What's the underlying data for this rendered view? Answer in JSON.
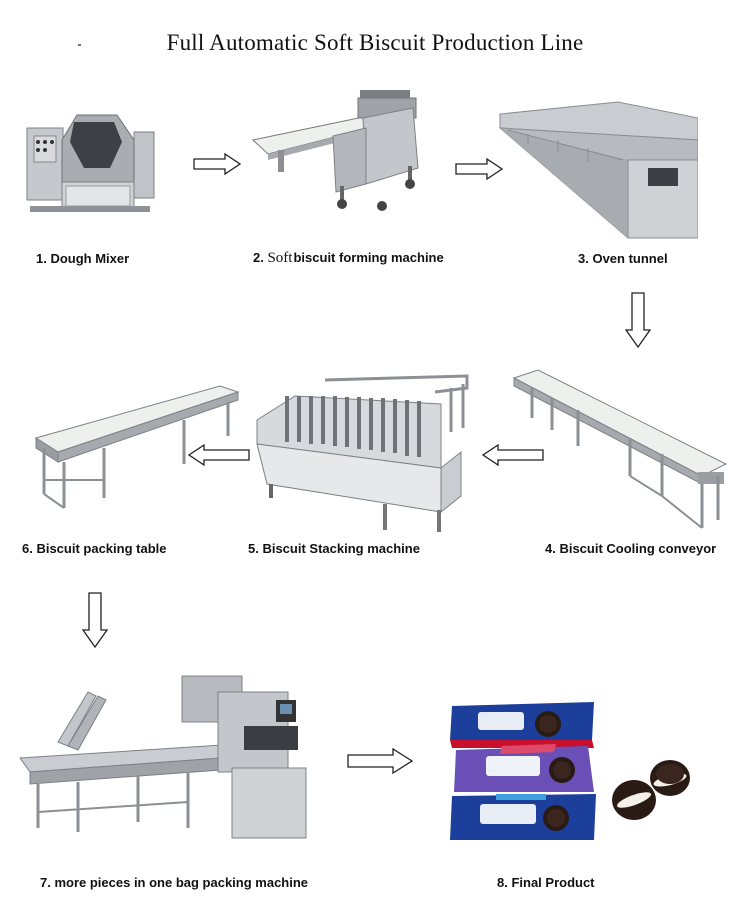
{
  "title": "Full Automatic Soft Biscuit Production Line",
  "steps": [
    {
      "label": "1. Dough Mixer",
      "icon": "dough-mixer-icon"
    },
    {
      "prefix": "2. ",
      "serif_word": "Soft",
      "label_rest": "biscuit forming machine",
      "icon": "forming-machine-icon"
    },
    {
      "label": "3. Oven tunnel",
      "icon": "oven-tunnel-icon"
    },
    {
      "label": "4. Biscuit Cooling conveyor",
      "icon": "cooling-conveyor-icon"
    },
    {
      "label": "5. Biscuit Stacking machine",
      "icon": "stacking-machine-icon"
    },
    {
      "label": "6. Biscuit packing table",
      "icon": "packing-table-icon"
    },
    {
      "label": "7. more pieces in one bag packing machine",
      "icon": "packing-machine-icon"
    },
    {
      "label": "8. Final Product",
      "icon": "biscuit-product-icon"
    }
  ],
  "colors": {
    "steel": "#b9bcc0",
    "steel_dark": "#7d8185",
    "belt": "#eef0ee",
    "package_blue": "#1d3f9c",
    "package_red": "#c8102e",
    "cookie": "#2a1a14"
  }
}
